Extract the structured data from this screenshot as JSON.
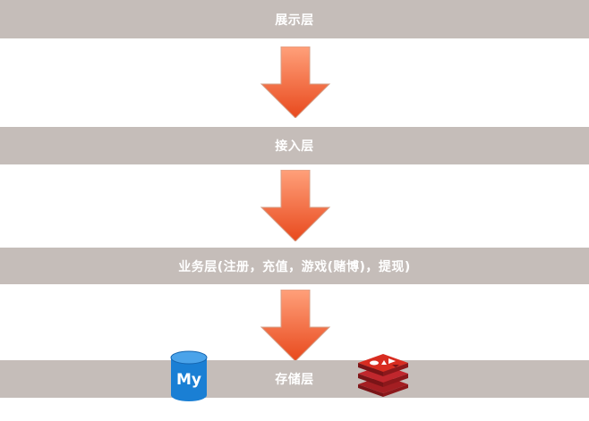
{
  "layers": {
    "presentation": {
      "label": "展示层"
    },
    "access": {
      "label": "接入层"
    },
    "business": {
      "label": "业务层(注册，充值，游戏(赌博)，提现)"
    },
    "storage": {
      "label": "存储层"
    }
  },
  "icons": {
    "arrow": "down-arrow-icon",
    "mysql": "mysql-database-icon",
    "redis": "redis-icon"
  },
  "mysql_logo_text": "My",
  "colors": {
    "bar": "#c5bdb9",
    "arrow_top": "#ffa07a",
    "arrow_bottom": "#e8491d",
    "mysql": "#1a7fd4",
    "redis": "#c0272d"
  }
}
